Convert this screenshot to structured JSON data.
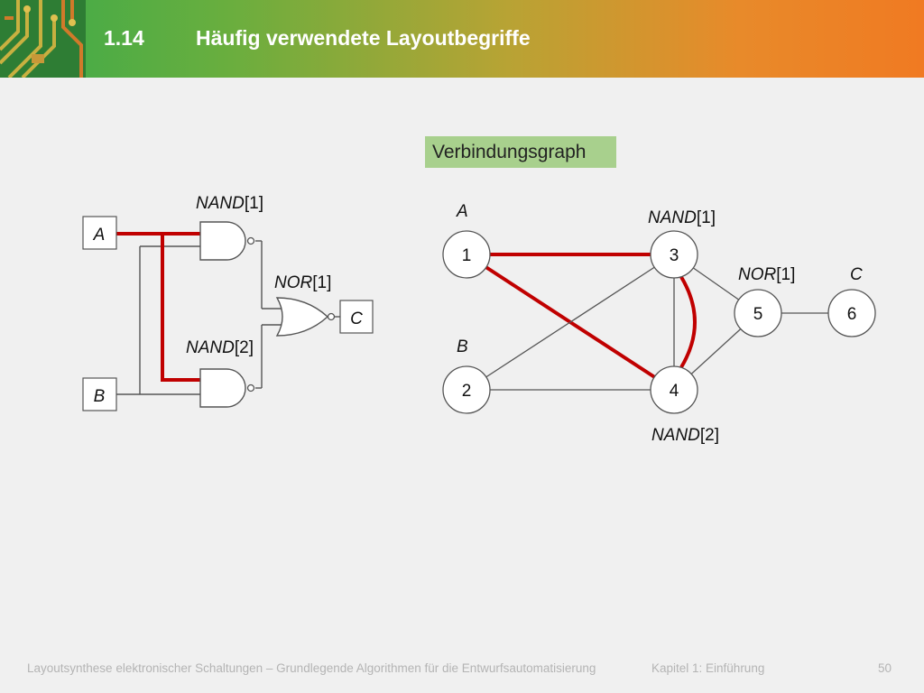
{
  "header": {
    "section_number": "1.14",
    "title": "Häufig verwendete Layoutbegriffe"
  },
  "badge": "Verbindungsgraph",
  "circuit": {
    "input_a": "A",
    "input_b": "B",
    "output_c": "C",
    "gate_nand1": {
      "name": "NAND",
      "index": "[1]"
    },
    "gate_nand2": {
      "name": "NAND",
      "index": "[2]"
    },
    "gate_nor1": {
      "name": "NOR",
      "index": "[1]"
    }
  },
  "graph": {
    "nodes": [
      {
        "id": "1",
        "label": "1",
        "caption": "A"
      },
      {
        "id": "2",
        "label": "2",
        "caption": "B"
      },
      {
        "id": "3",
        "label": "3",
        "caption_name": "NAND",
        "caption_index": "[1]"
      },
      {
        "id": "4",
        "label": "4",
        "caption_name": "NAND",
        "caption_index": "[2]"
      },
      {
        "id": "5",
        "label": "5",
        "caption_name": "NOR",
        "caption_index": "[1]"
      },
      {
        "id": "6",
        "label": "6",
        "caption": "C"
      }
    ],
    "edges": [
      {
        "from": "1",
        "to": "3",
        "highlighted": true
      },
      {
        "from": "1",
        "to": "4",
        "highlighted": true
      },
      {
        "from": "3",
        "to": "4",
        "highlighted": true
      },
      {
        "from": "3",
        "to": "4",
        "highlighted": false
      },
      {
        "from": "2",
        "to": "3",
        "highlighted": false
      },
      {
        "from": "2",
        "to": "4",
        "highlighted": false
      },
      {
        "from": "3",
        "to": "5",
        "highlighted": false
      },
      {
        "from": "4",
        "to": "5",
        "highlighted": false
      },
      {
        "from": "5",
        "to": "6",
        "highlighted": false
      }
    ]
  },
  "colors": {
    "highlight": "#c00000",
    "wire": "#555555"
  },
  "footer": {
    "course": "Layoutsynthese elektronischer Schaltungen – Grundlegende Algorithmen für die Entwurfsautomatisierung",
    "chapter": "Kapitel 1: Einführung",
    "page": "50"
  }
}
